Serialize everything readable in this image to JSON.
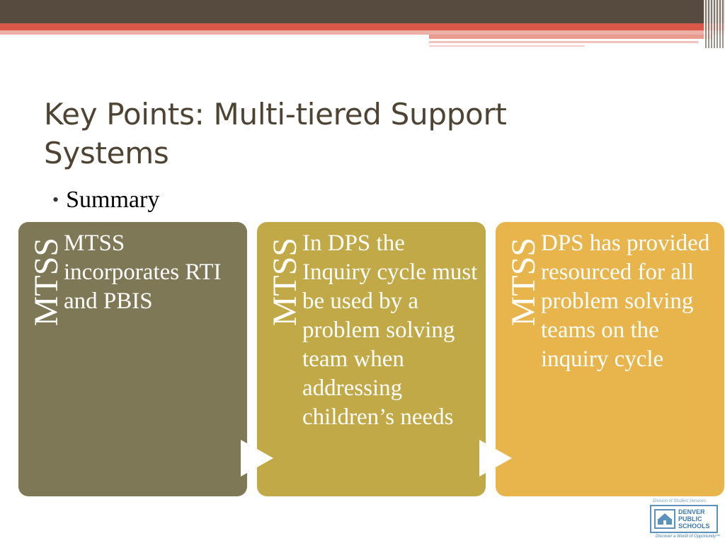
{
  "slide": {
    "title_line1": "Key Points: Multi-tiered Support",
    "title_line2": "Systems",
    "bullet": "Summary"
  },
  "cards": [
    {
      "side_label": "MTSS",
      "text": "MTSS incorporates RTI and PBIS",
      "color": "#7e7856"
    },
    {
      "side_label": "MTSS",
      "text": "In DPS the Inquiry cycle must be used by a problem solving team when addressing children’s needs",
      "color": "#c1a947"
    },
    {
      "side_label": "MTSS",
      "text": "DPS has provided resourced for all problem solving teams on the inquiry cycle",
      "color": "#e8b54d"
    }
  ],
  "logo": {
    "top_text": "Division of Student Services",
    "name_line1": "DENVER",
    "name_line2": "PUBLIC",
    "name_line3": "SCHOOLS",
    "tagline": "Discover a World of Opportunity™"
  },
  "colors": {
    "title": "#4f4333",
    "top_bar": "#574a3e",
    "accent_red": "#d9584a"
  }
}
